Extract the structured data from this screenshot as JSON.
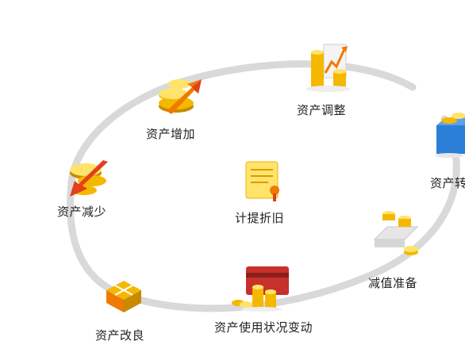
{
  "diagram": {
    "nodes": [
      {
        "id": "increase",
        "label": "资产增加",
        "icon": "coins-up-arrow-icon"
      },
      {
        "id": "adjust",
        "label": "资产调整",
        "icon": "coin-stack-chart-icon"
      },
      {
        "id": "transfer",
        "label": "资产转",
        "icon": "coins-box-icon"
      },
      {
        "id": "decrease",
        "label": "资产减少",
        "icon": "coins-down-arrow-icon"
      },
      {
        "id": "depreciation",
        "label": "计提折旧",
        "icon": "document-seal-icon"
      },
      {
        "id": "impairment",
        "label": "减值准备",
        "icon": "coins-tray-icon"
      },
      {
        "id": "improvement",
        "label": "资产改良",
        "icon": "blocks-icon"
      },
      {
        "id": "usage-change",
        "label": "资产使用状况变动",
        "icon": "card-coins-icon"
      }
    ],
    "colors": {
      "ring": "#d9d9d9",
      "gold": "#f5b800",
      "gold_light": "#ffe36b",
      "gold_dark": "#c98a00",
      "arrow_orange": "#f07a00",
      "arrow_red": "#e2401c",
      "blue": "#2c7fd6",
      "gray": "#c8c8c8",
      "card_red": "#c8302c"
    }
  }
}
